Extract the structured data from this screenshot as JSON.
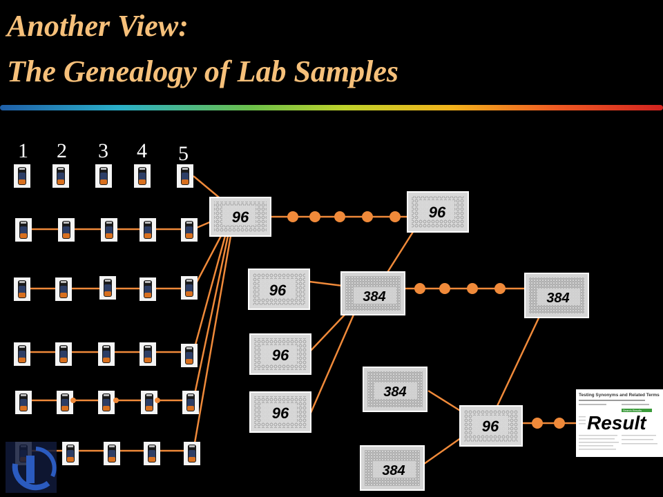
{
  "title": {
    "line1": "Another View:",
    "line2": "The Genealogy of Lab Samples"
  },
  "column_numbers": [
    "1",
    "2",
    "3",
    "4",
    "5"
  ],
  "plates": {
    "p96_a": "96",
    "p96_b": "96",
    "p96_c": "96",
    "p96_d": "96",
    "p96_e": "96",
    "p96_f": "96",
    "p384_a": "384",
    "p384_b": "384",
    "p384_c": "384",
    "p384_d": "384"
  },
  "result": {
    "label": "Result",
    "doc_title": "Testing Synonyms and Related Terms",
    "doc_subtitle": "Search Results"
  },
  "colors": {
    "title": "#f6c07a",
    "connector": "#f08a3a",
    "node": "#f08a3a",
    "plate": "#cfcfcf"
  }
}
